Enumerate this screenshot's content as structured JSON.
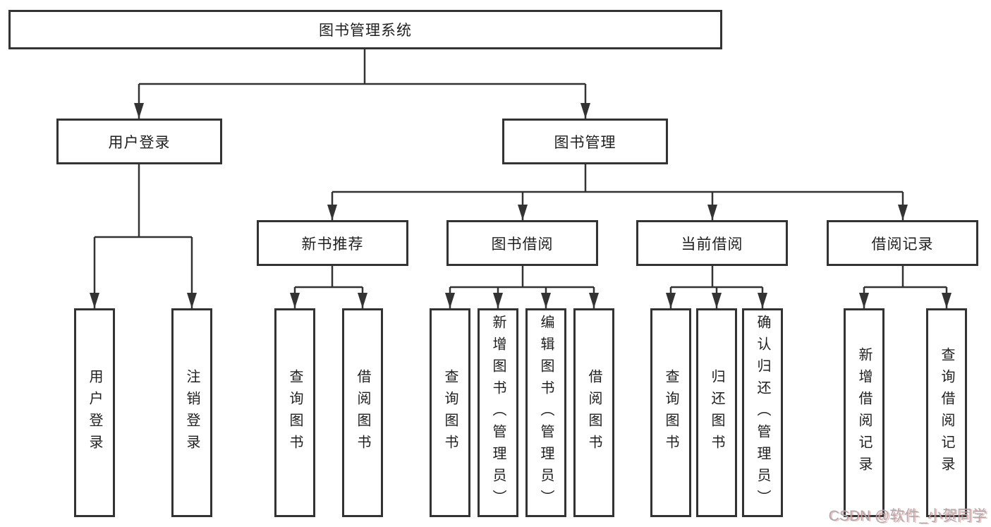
{
  "diagram": {
    "root": {
      "label": "图书管理系统"
    },
    "branches": [
      {
        "label": "用户登录",
        "children": [
          {
            "label": "用户登录"
          },
          {
            "label": "注销登录"
          }
        ]
      },
      {
        "label": "图书管理",
        "children": [
          {
            "label": "新书推荐",
            "children": [
              {
                "label": "查询图书"
              },
              {
                "label": "借阅图书"
              }
            ]
          },
          {
            "label": "图书借阅",
            "children": [
              {
                "label": "查询图书"
              },
              {
                "label": "新增图书（管理员）"
              },
              {
                "label": "编辑图书（管理员）"
              },
              {
                "label": "借阅图书"
              }
            ]
          },
          {
            "label": "当前借阅",
            "children": [
              {
                "label": "查询图书"
              },
              {
                "label": "归还图书"
              },
              {
                "label": "确认归还（管理员）"
              }
            ]
          },
          {
            "label": "借阅记录",
            "children": [
              {
                "label": "新增借阅记录"
              },
              {
                "label": "查询借阅记录"
              }
            ]
          }
        ]
      }
    ]
  },
  "watermark": {
    "text": "CSDN @软件_小贺同学"
  },
  "colors": {
    "line": "#333333",
    "box_border": "#333333",
    "box_background": "#ffffff",
    "text": "#1f1f1f",
    "watermark_gray": "#aaabaf",
    "watermark_red": "#e75757"
  }
}
